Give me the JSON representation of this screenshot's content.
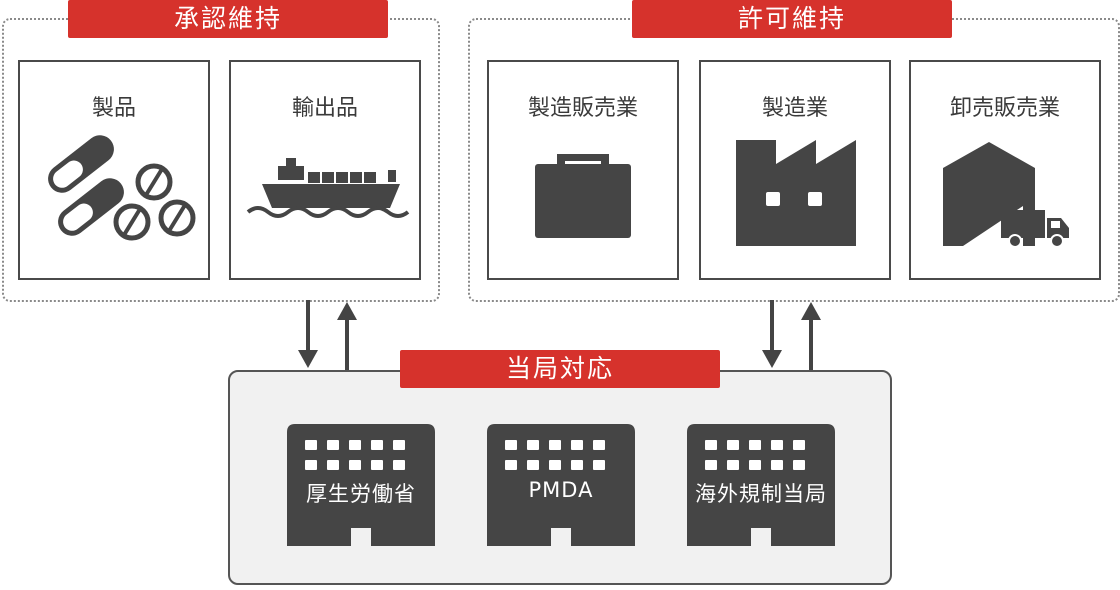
{
  "approval_group": {
    "tag": "承認維持",
    "cards": [
      {
        "label": "製品",
        "icon": "pills-icon"
      },
      {
        "label": "輸出品",
        "icon": "cargo-ship-icon"
      }
    ]
  },
  "license_group": {
    "tag": "許可維持",
    "cards": [
      {
        "label": "製造販売業",
        "icon": "briefcase-icon"
      },
      {
        "label": "製造業",
        "icon": "factory-icon"
      },
      {
        "label": "卸売販売業",
        "icon": "warehouse-truck-icon"
      }
    ]
  },
  "authority_group": {
    "tag": "当局対応",
    "agencies": [
      {
        "label": "厚生労働省",
        "icon": "government-building-icon"
      },
      {
        "label": "PMDA",
        "icon": "government-building-icon"
      },
      {
        "label": "海外規制当局",
        "icon": "government-building-icon"
      }
    ]
  },
  "colors": {
    "accent_red": "#d6322c",
    "icon_dark": "#454545",
    "panel_gray": "#f1f1f1"
  }
}
